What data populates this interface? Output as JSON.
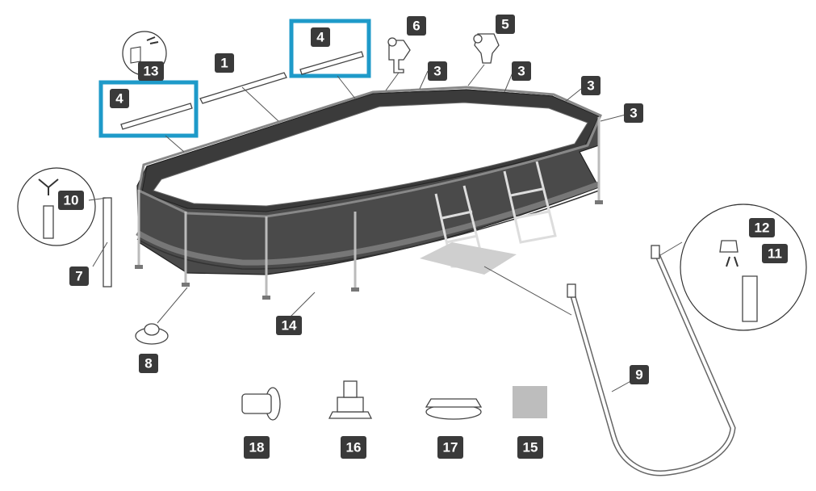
{
  "colors": {
    "highlight": "#1e9ac9",
    "badge": "#3a3a3a",
    "pool_wall": "#4a4a4a",
    "pool_inner": "#3b3b3b",
    "swatch": "#bdbdbd"
  },
  "callouts": {
    "c1": "1",
    "c3a": "3",
    "c3b": "3",
    "c3c": "3",
    "c3d": "3",
    "c4a": "4",
    "c4b": "4",
    "c5": "5",
    "c6": "6",
    "c7": "7",
    "c8": "8",
    "c9": "9",
    "c10": "10",
    "c11": "11",
    "c12": "12",
    "c13": "13",
    "c14": "14",
    "c15": "15",
    "c16": "16",
    "c17": "17",
    "c18": "18"
  }
}
